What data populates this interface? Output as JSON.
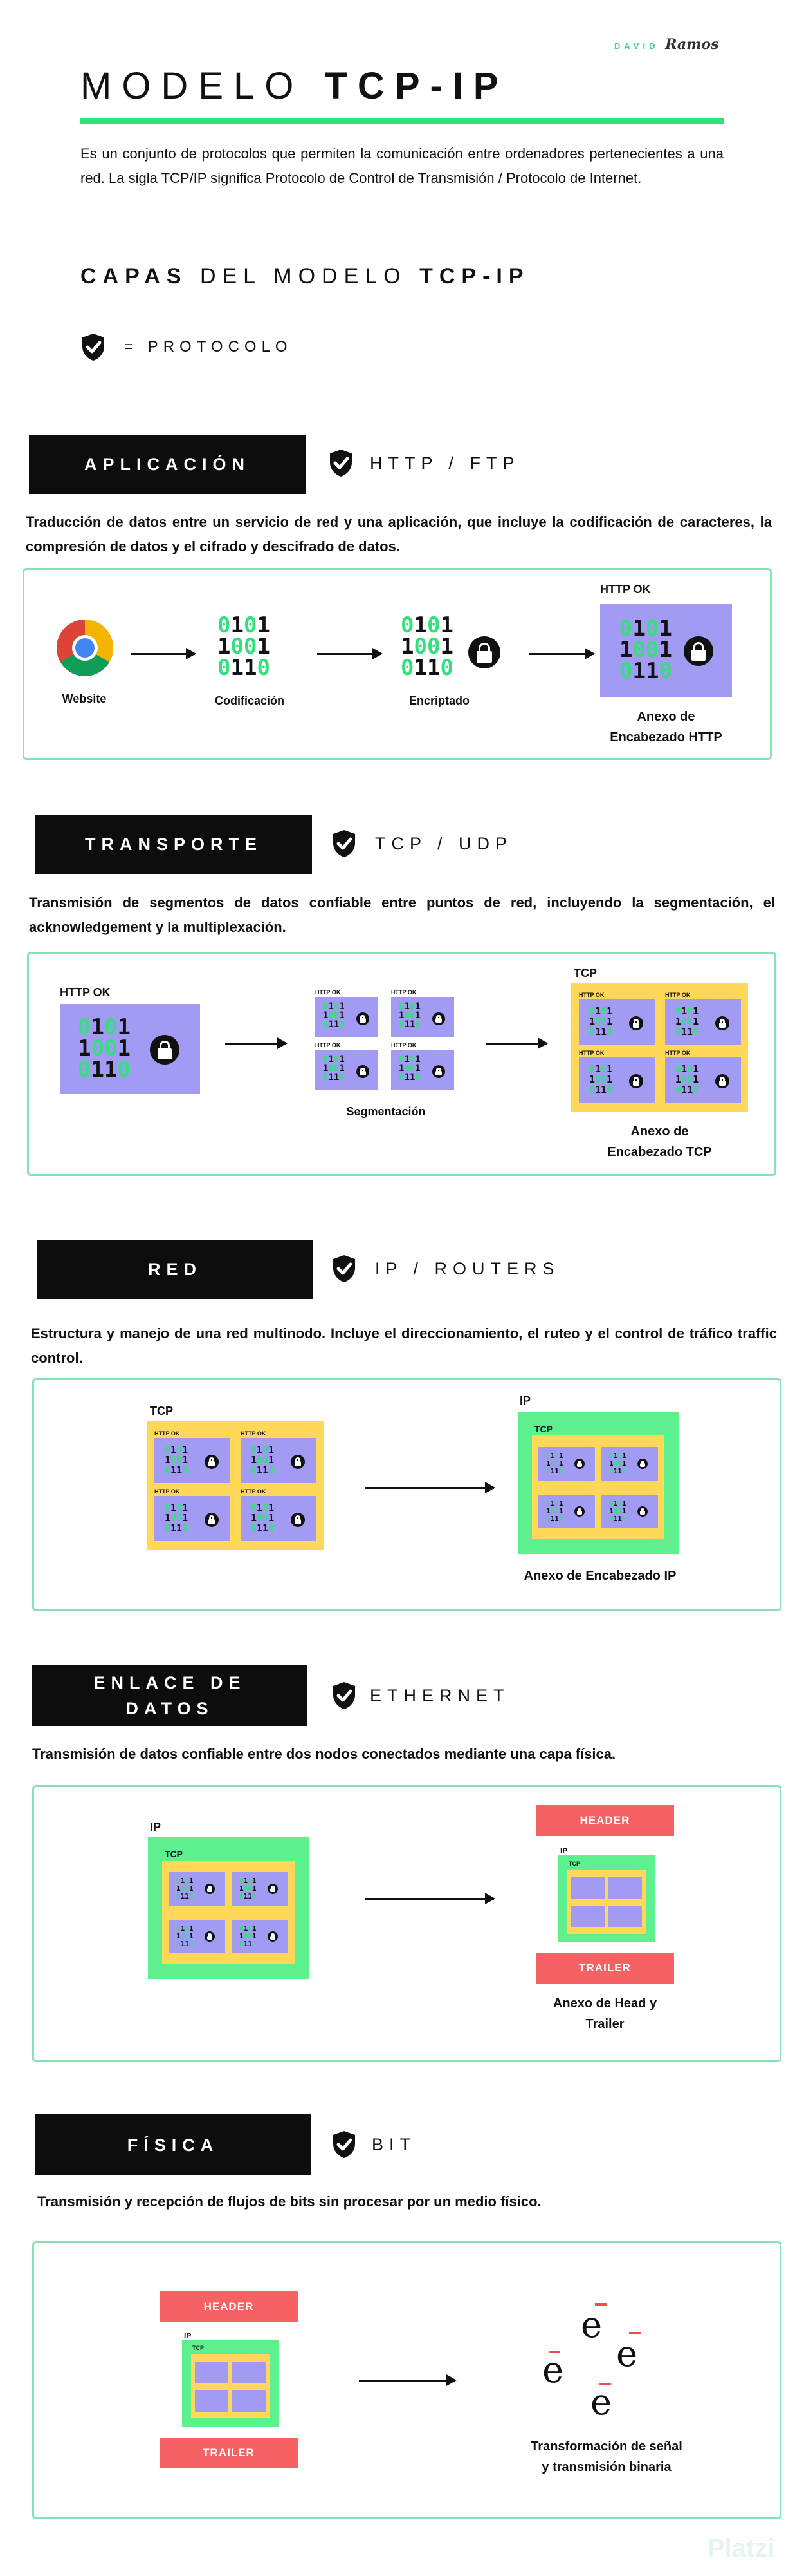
{
  "brand": {
    "first": "DAVID",
    "last": "Ramos"
  },
  "title": {
    "light": "MODELO ",
    "bold": "TCP-IP"
  },
  "intro": "Es un conjunto de protocolos que permiten la comunicación entre ordenadores pertenecientes a una red. La sigla TCP/IP significa Protocolo de Control de Transmisión / Protocolo de Internet.",
  "subtitle": {
    "a": "CAPAS",
    "b": " DEL MODELO ",
    "c": "TCP-IP"
  },
  "legend": {
    "icon": "shield-check-icon",
    "text": "= PROTOCOLO"
  },
  "layers": {
    "app": {
      "name": "APLICACIÓN",
      "protocol": "HTTP / FTP",
      "desc": "Traducción de datos entre un servicio de red y una aplicación, que incluye la codificación de caracteres, la compresión de datos y el cifrado y descifrado de datos.",
      "website": "Website",
      "coding": "Codificación",
      "encrypted": "Encriptado",
      "http_ok": "HTTP OK",
      "result": "Anexo de\nEncabezado HTTP"
    },
    "transport": {
      "name": "TRANSPORTE",
      "protocol": "TCP / UDP",
      "desc": "Transmisión de segmentos de datos confiable entre puntos de red, incluyendo la segmentación, el acknowledgement y la multiplexación.",
      "http_ok": "HTTP OK",
      "seg": "Segmentación",
      "tcp": "TCP",
      "result": "Anexo de\nEncabezado TCP"
    },
    "network": {
      "name": "RED",
      "protocol": "IP / ROUTERS",
      "desc": "Estructura y manejo de una red multinodo. Incluye el direccionamiento, el ruteo y el control de tráfico traffic control.",
      "tcp": "TCP",
      "ip": "IP",
      "result": "Anexo de Encabezado IP"
    },
    "link": {
      "name": "ENLACE DE\nDATOS",
      "protocol": "ETHERNET",
      "desc": "Transmisión de datos confiable entre dos nodos conectados mediante una capa física.",
      "ip": "IP",
      "tcp": "TCP",
      "header": "HEADER",
      "trailer": "TRAILER",
      "result": "Anexo de Head y\nTrailer"
    },
    "physical": {
      "name": "FÍSICA",
      "protocol": "BIT",
      "desc": "Transmisión y recepción de flujos de bits sin procesar por un medio físico.",
      "header": "HEADER",
      "trailer": "TRAILER",
      "ip": "IP",
      "tcp": "TCP",
      "glyph": "e",
      "result": "Transformación de señal\ny transmisión binaria"
    }
  },
  "binary": {
    "r1": "0101",
    "r2": "1001",
    "r3": "0110"
  },
  "watermark": "Platzi",
  "colors": {
    "accent": "#2ee37a",
    "purple": "#a29bf4",
    "yellow": "#ffd85a",
    "green": "#5ef08f",
    "red": "#f66163"
  }
}
